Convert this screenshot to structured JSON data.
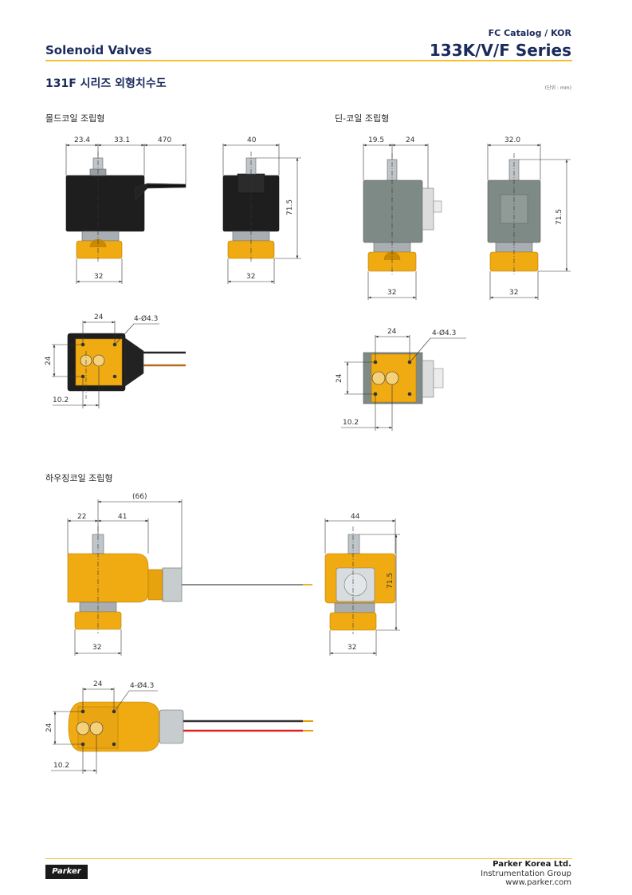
{
  "header": {
    "section": "Solenoid Valves",
    "catalog": "FC Catalog / KOR",
    "series": "133K/V/F Series"
  },
  "page": {
    "title": "131F 시리즈 외형치수도",
    "unit": "(단위 : mm)"
  },
  "sections": {
    "molded": "몰드코일 조립형",
    "din": "딘-코일 조립형",
    "housing": "하우징코일 조립형"
  },
  "dims": {
    "m_23_4": "23.4",
    "m_33_1": "33.1",
    "m_470": "470",
    "m_40": "40",
    "m_71_5": "71.5",
    "m_32a": "32",
    "m_32b": "32",
    "m_24a": "24",
    "m_4phi": "4-Ø4.3",
    "m_24b": "24",
    "m_10_2": "10.2",
    "d_19_5": "19.5",
    "d_24": "24",
    "d_32_0": "32.0",
    "d_71_5": "71.5",
    "d_32a": "32",
    "d_32b": "32",
    "d_24b": "24",
    "d_4phi": "4-Ø4.3",
    "d_24c": "24",
    "d_10_2": "10.2",
    "h_66": "(66)",
    "h_22": "22",
    "h_41": "41",
    "h_44": "44",
    "h_71_5": "71.5",
    "h_32a": "32",
    "h_32b": "32",
    "h_24a": "24",
    "h_4phi": "4-Ø4.3",
    "h_24b": "24",
    "h_10_2": "10.2"
  },
  "colors": {
    "brass": "#f0ab13",
    "coil_black": "#1e1e1e",
    "din_gray": "#7e8a86",
    "accent_rule": "#f2c230",
    "navy": "#1b2a5c"
  },
  "footer": {
    "logo": "Parker",
    "company": "Parker Korea Ltd.",
    "group": "Instrumentation Group",
    "web": "www.parker.com"
  }
}
